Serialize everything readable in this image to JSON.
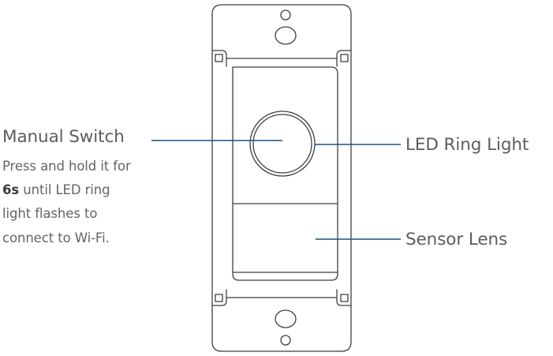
{
  "diagram": {
    "type": "smart-light-switch-callout-diagram",
    "colors": {
      "outline": "#3f3f41",
      "leader_line": "#1a5180",
      "heading_text": "#5b5c5e",
      "body_text": "#636466",
      "emphasis_text": "#3a3b3d",
      "background": "#ffffff"
    },
    "callouts": {
      "manual_switch": {
        "title": "Manual Switch",
        "description_lines": [
          "Press and hold it for",
          "6s until LED ring",
          "light flashes to",
          "connect to Wi-Fi."
        ],
        "emphasis": "6s",
        "line2_rest": " until LED ring",
        "side": "left"
      },
      "led_ring_light": {
        "title": "LED Ring Light",
        "side": "right"
      },
      "sensor_lens": {
        "title": "Sensor Lens",
        "side": "right"
      }
    },
    "device_parts": {
      "wall_plate": "wall-plate-outline",
      "switch_body": "switch-body-outline",
      "led_ring": "led-ring-button",
      "sensor_lens_panel": "sensor-lens-panel",
      "top_mount_hole_small": "top-small-screw-hole",
      "top_mount_hole_large": "top-large-screw-hole",
      "bottom_mount_hole_large": "bottom-large-screw-hole",
      "bottom_mount_hole_small": "bottom-small-screw-hole",
      "corner_squares": "corner-screw-squares"
    }
  }
}
